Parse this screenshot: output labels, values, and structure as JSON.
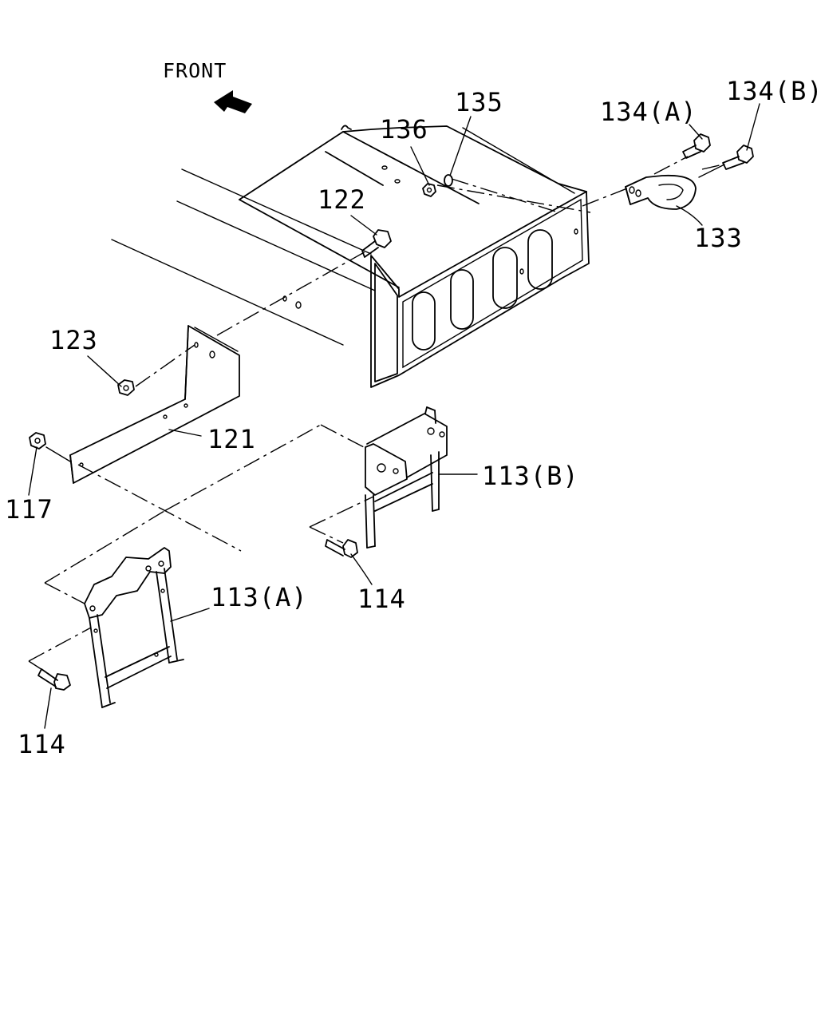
{
  "diagram": {
    "direction_label": "FRONT",
    "parts": {
      "p113A": "113(A)",
      "p113B": "113(B)",
      "p114a": "114",
      "p114b": "114",
      "p117": "117",
      "p121": "121",
      "p122": "122",
      "p123": "123",
      "p133": "133",
      "p134A": "134(A)",
      "p134B": "134(B)",
      "p135": "135",
      "p136": "136"
    }
  }
}
